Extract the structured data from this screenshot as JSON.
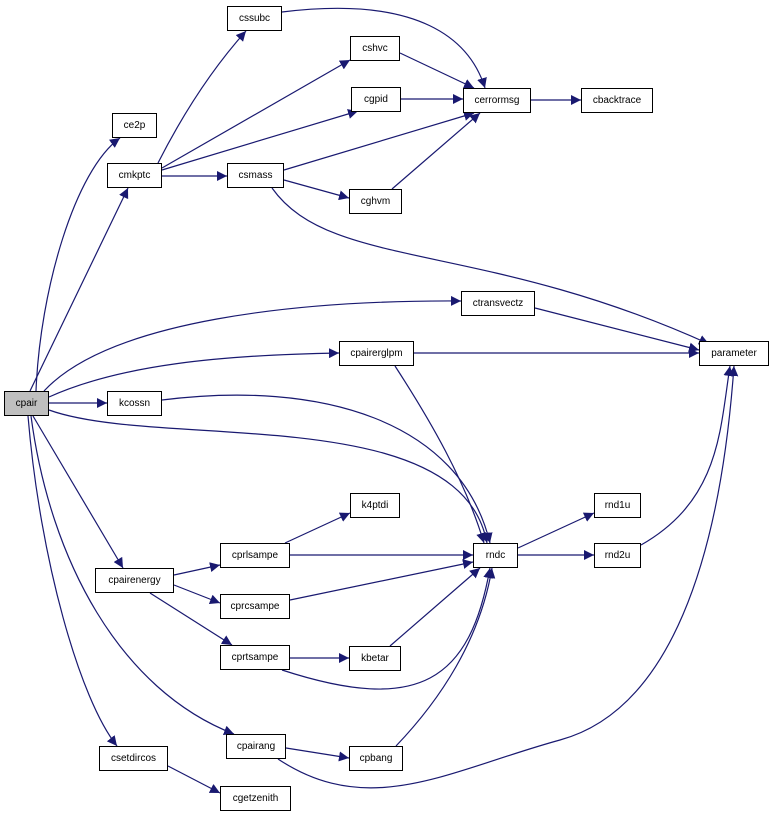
{
  "colors": {
    "edge": "#191970",
    "node_border": "#000000",
    "root_fill": "#bfbfbf",
    "node_fill": "#ffffff"
  },
  "nodes": {
    "cpair": "cpair",
    "ce2p": "ce2p",
    "cmkptc": "cmkptc",
    "cssubc": "cssubc",
    "cshvc": "cshvc",
    "cgpid": "cgpid",
    "cerrormsg": "cerrormsg",
    "cbacktrace": "cbacktrace",
    "csmass": "csmass",
    "cghvm": "cghvm",
    "ctransvectz": "ctransvectz",
    "parameter": "parameter",
    "cpairerglpm": "cpairerglpm",
    "kcossn": "kcossn",
    "k4ptdi": "k4ptdi",
    "rnd1u": "rnd1u",
    "cprlsampe": "cprlsampe",
    "rndc": "rndc",
    "rnd2u": "rnd2u",
    "cpairenergy": "cpairenergy",
    "cprcsampe": "cprcsampe",
    "cprtsampe": "cprtsampe",
    "kbetar": "kbetar",
    "cpairang": "cpairang",
    "cpbang": "cpbang",
    "csetdircos": "csetdircos",
    "cgetzenith": "cgetzenith"
  },
  "edges": [
    [
      "cpair",
      "ce2p"
    ],
    [
      "cpair",
      "cmkptc"
    ],
    [
      "cpair",
      "ctransvectz"
    ],
    [
      "cpair",
      "cpairerglpm"
    ],
    [
      "cpair",
      "kcossn"
    ],
    [
      "cpair",
      "rndc"
    ],
    [
      "cpair",
      "cpairenergy"
    ],
    [
      "cpair",
      "cpairang"
    ],
    [
      "cpair",
      "csetdircos"
    ],
    [
      "cmkptc",
      "cssubc"
    ],
    [
      "cmkptc",
      "cshvc"
    ],
    [
      "cmkptc",
      "cgpid"
    ],
    [
      "cmkptc",
      "csmass"
    ],
    [
      "cssubc",
      "cerrormsg"
    ],
    [
      "cshvc",
      "cerrormsg"
    ],
    [
      "cgpid",
      "cerrormsg"
    ],
    [
      "csmass",
      "cerrormsg"
    ],
    [
      "cghvm",
      "cerrormsg"
    ],
    [
      "cerrormsg",
      "cbacktrace"
    ],
    [
      "csmass",
      "cghvm"
    ],
    [
      "csmass",
      "parameter"
    ],
    [
      "ctransvectz",
      "parameter"
    ],
    [
      "cpairerglpm",
      "parameter"
    ],
    [
      "cpairerglpm",
      "rndc"
    ],
    [
      "kcossn",
      "rndc"
    ],
    [
      "cprlsampe",
      "k4ptdi"
    ],
    [
      "cprlsampe",
      "rndc"
    ],
    [
      "cpairenergy",
      "cprlsampe"
    ],
    [
      "cpairenergy",
      "cprcsampe"
    ],
    [
      "cpairenergy",
      "cprtsampe"
    ],
    [
      "cprcsampe",
      "rndc"
    ],
    [
      "cprtsampe",
      "kbetar"
    ],
    [
      "cprtsampe",
      "rndc"
    ],
    [
      "kbetar",
      "rndc"
    ],
    [
      "cpairang",
      "cpbang"
    ],
    [
      "cpairang",
      "parameter"
    ],
    [
      "cpbang",
      "rndc"
    ],
    [
      "rndc",
      "rnd1u"
    ],
    [
      "rndc",
      "rnd2u"
    ],
    [
      "rnd2u",
      "parameter"
    ],
    [
      "csetdircos",
      "cgetzenith"
    ]
  ]
}
